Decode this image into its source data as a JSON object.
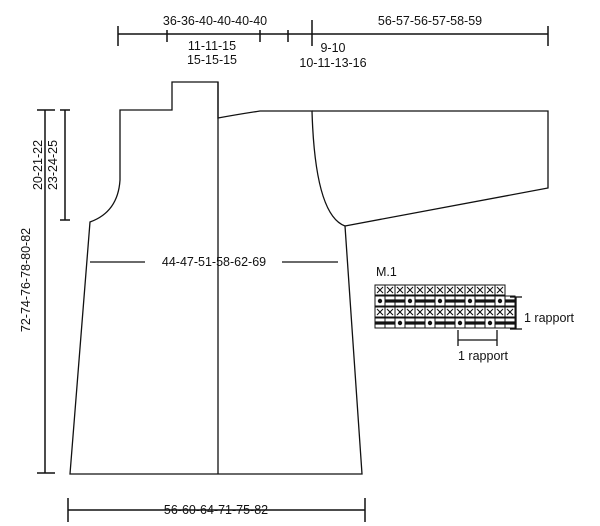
{
  "measurements": {
    "top_back_width": "36-36-40-40-40-40",
    "sleeve_length": "56-57-56-57-58-59",
    "neck_width": "11-11-15",
    "neck_width_2": "15-15-15",
    "shoulder_width": "9-10",
    "shoulder_width_2": "10-11-13-16",
    "armhole_depth": "20-21-22",
    "armhole_depth_2": "23-24-25",
    "total_length": "72-74-76-78-80-82",
    "chest_width": "44-47-51-58-62-69",
    "bottom_width": "56-60-64-71-75-82"
  },
  "chart": {
    "title": "M.1",
    "repeat_label_right": "1 rapport",
    "repeat_label_bottom": "1 rapport"
  },
  "symbols": {
    "cross": "cross-symbol",
    "dot": "dot-symbol",
    "dash": "dash-symbol"
  }
}
